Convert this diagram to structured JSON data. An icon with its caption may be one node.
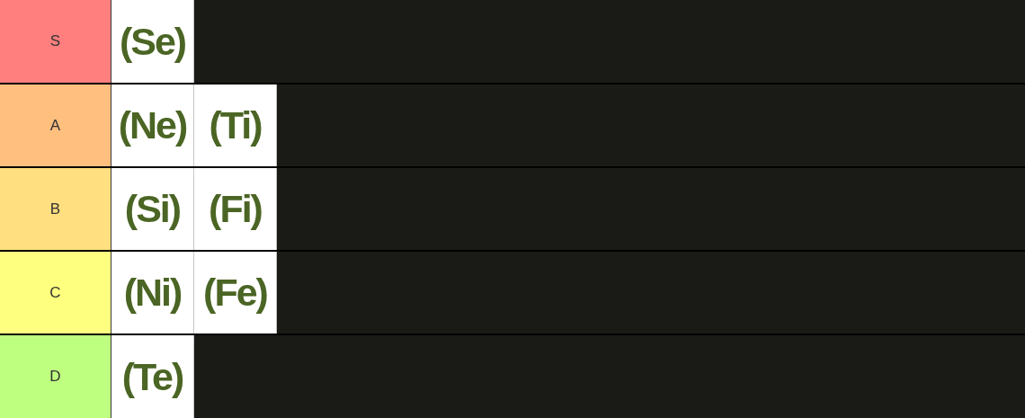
{
  "diagram": {
    "nodes": [
      {
        "text": [
          "S"
        ]
      },
      {
        "text": [
          "(Se)"
        ],
        "in": 0
      },
      {
        "text": [
          "A"
        ]
      },
      {
        "text": [
          "(Ne)"
        ],
        "in": 2
      },
      {
        "text": [
          "(Ti)"
        ],
        "in": 2
      },
      {
        "text": [
          "B"
        ]
      },
      {
        "text": [
          "(Si)"
        ],
        "in": 5
      },
      {
        "text": [
          "(Fi)"
        ],
        "in": 5
      },
      {
        "text": [
          "C"
        ]
      },
      {
        "text": [
          "(Ni)"
        ],
        "in": 8
      },
      {
        "text": [
          "(Fe)"
        ],
        "in": 8
      },
      {
        "text": [
          "D"
        ]
      },
      {
        "text": [
          "(Te)"
        ],
        "in": 11
      }
    ]
  }
}
